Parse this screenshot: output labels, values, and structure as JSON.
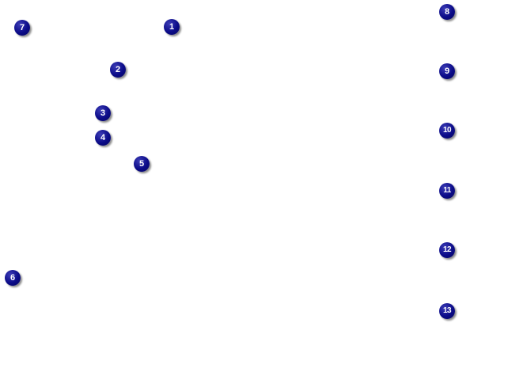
{
  "callouts": {
    "c1": "1",
    "c2": "2",
    "c3": "3",
    "c4": "4",
    "c5": "5",
    "c6": "6",
    "c7": "7",
    "c8": "8",
    "c9": "9",
    "c10": "10",
    "c11": "11",
    "c12": "12",
    "c13": "13"
  },
  "colors": {
    "badge_fill": "#0b0b88",
    "badge_text": "#ffffff",
    "background": "#ffffff"
  }
}
